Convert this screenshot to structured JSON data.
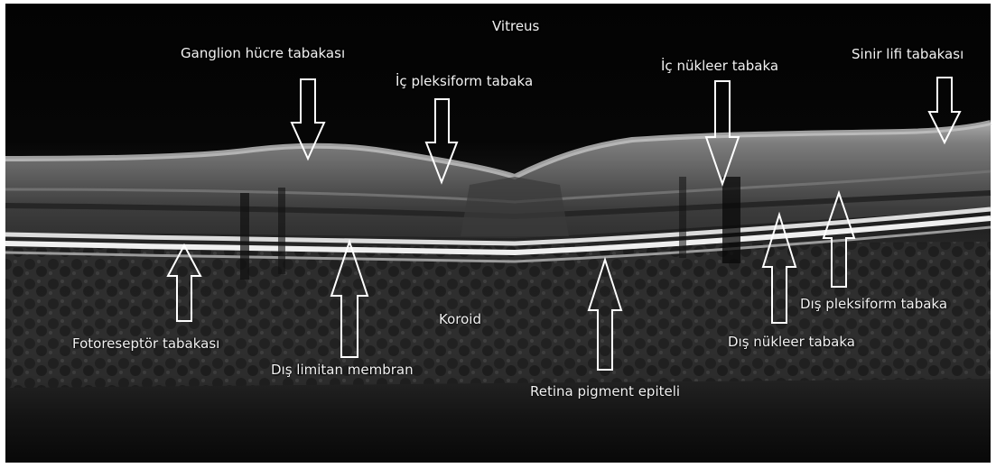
{
  "diagram": {
    "labels": {
      "vitreus": "Vitreus",
      "ganglion": "Ganglion hücre tabakası",
      "ic_pleksiform": "İç pleksiform tabaka",
      "ic_nukleer": "İç nükleer tabaka",
      "sinir_lifi": "Sinir lifi tabakası",
      "fotoreseptor": "Fotoreseptör tabakası",
      "dis_limitan": "Dış limitan membran",
      "koroid": "Koroid",
      "retina_pigment": "Retina pigment epiteli",
      "dis_nukleer": "Dış nükleer tabaka",
      "dis_pleksiform": "Dış pleksiform tabaka"
    },
    "colors": {
      "background": "#050505",
      "frame": "#ffffff",
      "arrow_stroke": "#ffffff",
      "label": "#f2f2f2"
    }
  }
}
